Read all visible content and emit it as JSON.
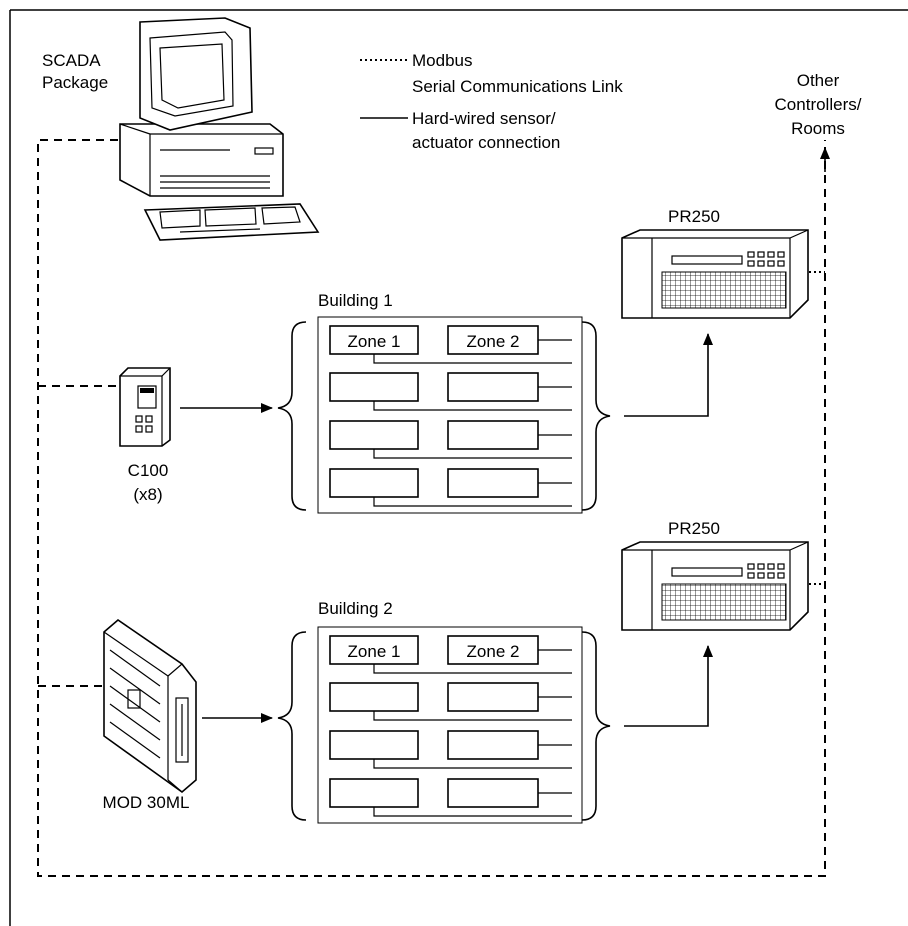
{
  "legend": {
    "modbus_line1": "Modbus",
    "modbus_line2": "Serial Communications Link",
    "hardwired_line1": "Hard-wired sensor/",
    "hardwired_line2": "actuator connection"
  },
  "scada": {
    "line1": "SCADA",
    "line2": "Package"
  },
  "other": {
    "line1": "Other",
    "line2": "Controllers/",
    "line3": "Rooms"
  },
  "pr250_top": {
    "label": "PR250"
  },
  "pr250_bottom": {
    "label": "PR250"
  },
  "building1": {
    "title": "Building 1",
    "zone1": "Zone 1",
    "zone2": "Zone 2"
  },
  "building2": {
    "title": "Building 2",
    "zone1": "Zone 1",
    "zone2": "Zone 2"
  },
  "c100": {
    "line1": "C100",
    "line2": "(x8)"
  },
  "mod30ml": {
    "label": "MOD 30ML"
  }
}
